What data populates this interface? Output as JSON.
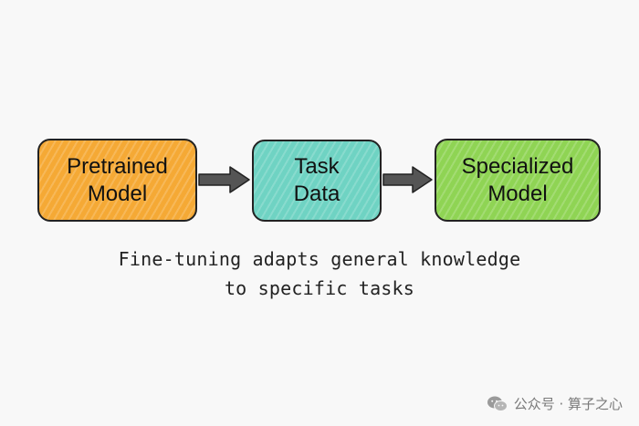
{
  "diagram": {
    "boxes": [
      {
        "line1": "Pretrained",
        "line2": "Model",
        "color": "#f5a935"
      },
      {
        "line1": "Task",
        "line2": "Data",
        "color": "#6fd3c3"
      },
      {
        "line1": "Specialized",
        "line2": "Model",
        "color": "#8fd454"
      }
    ],
    "caption": {
      "line1": "Fine-tuning adapts general knowledge",
      "line2": "to specific tasks"
    },
    "arrow_color": "#555555",
    "border_color": "#222222"
  },
  "watermark": {
    "text": "公众号 · 算子之心",
    "icon": "wechat-icon"
  }
}
